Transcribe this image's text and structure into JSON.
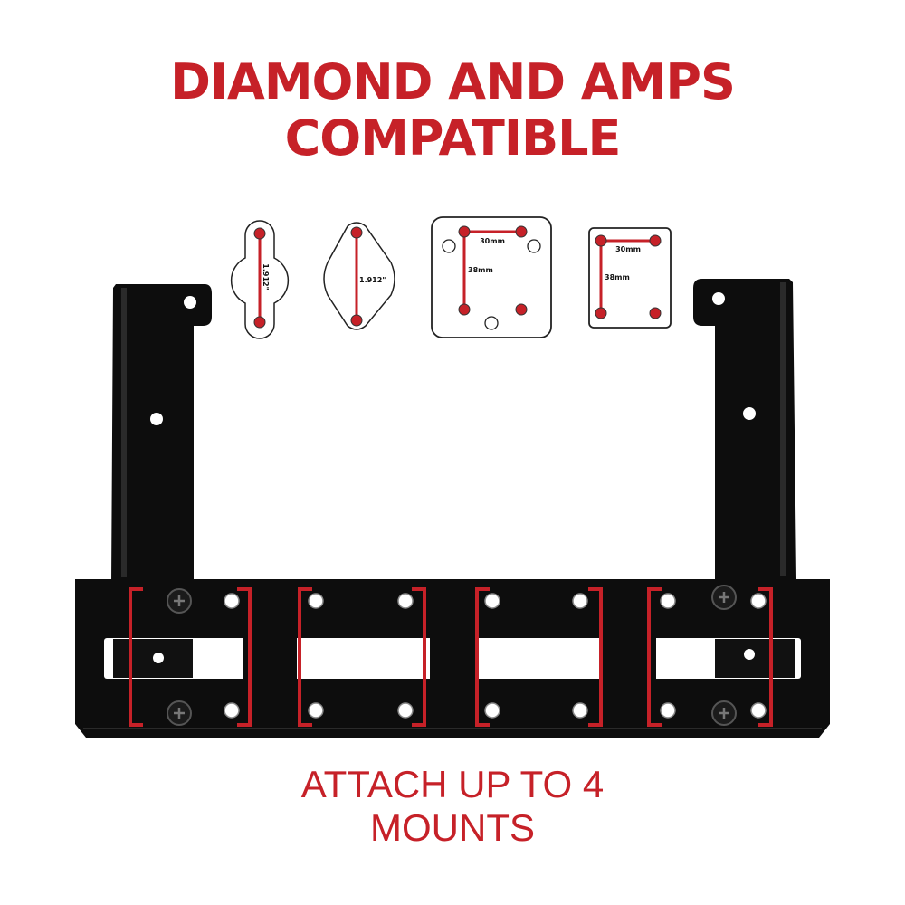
{
  "headline": {
    "line1": "DIAMOND AND AMPS",
    "line2": "COMPATIBLE"
  },
  "patterns": {
    "dumbbell_dimension": "1.912\"",
    "diamond_dimension": "1.912\"",
    "amps_large_width": "30mm",
    "amps_large_height": "38mm",
    "amps_small_width": "30mm",
    "amps_small_height": "38mm"
  },
  "caption": {
    "line1": "ATTACH UP TO 4",
    "line2": "MOUNTS"
  },
  "colors": {
    "accent_red": "#c62128",
    "bracket_black": "#0d0d0d",
    "background": "#ffffff"
  }
}
